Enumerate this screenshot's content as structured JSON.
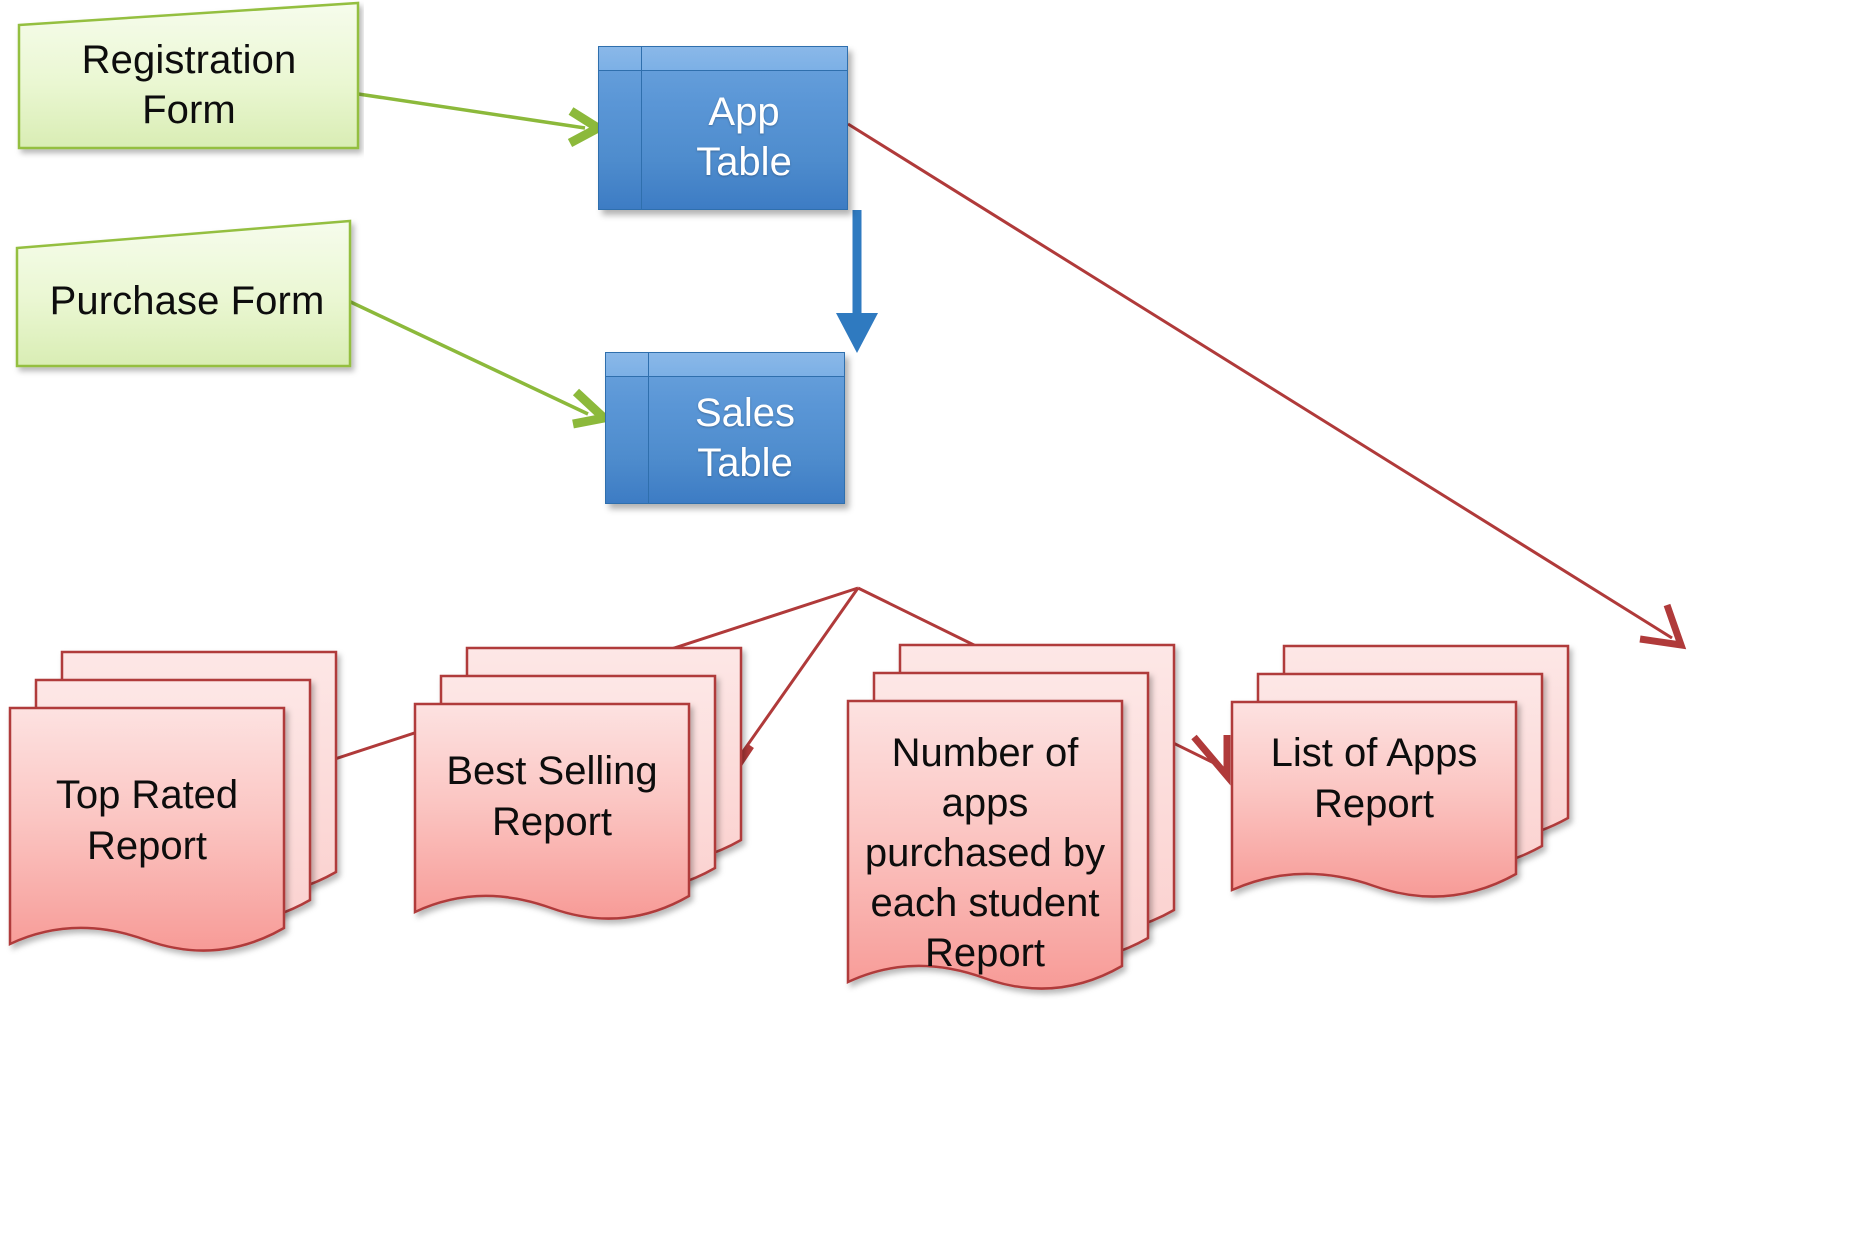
{
  "diagram": {
    "title": "App store data flow diagram",
    "colors": {
      "form_fill_top": "#f4fbe7",
      "form_fill_bottom": "#dff0bd",
      "form_stroke": "#94bf3f",
      "table_fill": "#4e8ccd",
      "table_stroke": "#2f6fad",
      "table_header": "#7cb0e6",
      "report_fill_top": "#fbdada",
      "report_fill_bottom": "#f9a8a4",
      "report_stroke": "#b03a3a",
      "green_arrow": "#8cb93b",
      "blue_arrow": "#2f7ac0",
      "red_arrow": "#b03a3a",
      "text_dark": "#0d0d0d",
      "text_light": "#ffffff",
      "background": "#ffffff"
    },
    "forms": [
      {
        "id": "registration-form",
        "label": "Registration\nForm"
      },
      {
        "id": "purchase-form",
        "label": "Purchase Form"
      }
    ],
    "tables": [
      {
        "id": "app-table",
        "label": "App\nTable"
      },
      {
        "id": "sales-table",
        "label": "Sales\nTable"
      }
    ],
    "reports": [
      {
        "id": "top-rated-report",
        "label": "Top Rated\nReport"
      },
      {
        "id": "best-selling-report",
        "label": "Best Selling\nReport"
      },
      {
        "id": "apps-per-student-report",
        "label": "Number of\napps\npurchased by\neach student\nReport"
      },
      {
        "id": "list-of-apps-report",
        "label": "List of Apps\nReport"
      }
    ],
    "connections": [
      {
        "from": "registration-form",
        "to": "app-table",
        "color": "green"
      },
      {
        "from": "purchase-form",
        "to": "sales-table",
        "color": "green"
      },
      {
        "from": "app-table",
        "to": "sales-table",
        "color": "blue"
      },
      {
        "from": "app-table",
        "to": "list-of-apps-report",
        "color": "red"
      },
      {
        "from": "sales-table",
        "to": "top-rated-report",
        "color": "red"
      },
      {
        "from": "sales-table",
        "to": "best-selling-report",
        "color": "red"
      },
      {
        "from": "sales-table",
        "to": "apps-per-student-report",
        "color": "red"
      }
    ]
  }
}
